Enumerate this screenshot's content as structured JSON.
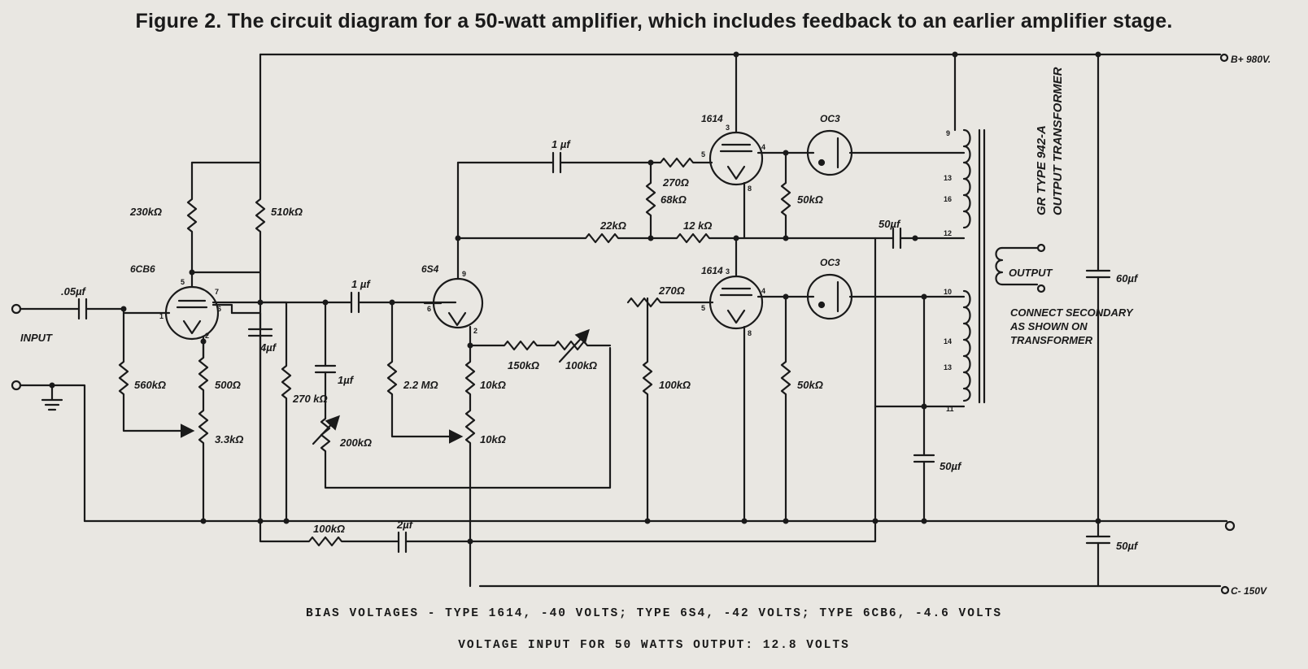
{
  "title": "Figure 2.  The circuit diagram for a 50-watt amplifier, which includes feedback to an earlier amplifier stage.",
  "terminals": {
    "input": "INPUT",
    "bplus": "B+ 980V.",
    "cminus": "C- 150V"
  },
  "tubes": {
    "v1": "6CB6",
    "v2": "6S4",
    "v3": "1614",
    "v4": "1614",
    "vr1": "OC3",
    "vr2": "OC3"
  },
  "components": {
    "c_in": ".05µf",
    "r_230k": "230kΩ",
    "r_510k": "510kΩ",
    "c_4uf": "4µf",
    "r_560k": "560kΩ",
    "r_500": "500Ω",
    "r_3_3k": "3.3kΩ",
    "r_270k": "270 kΩ",
    "c_1uf_a": "1 µf",
    "c_1uf_b": "1µf",
    "r_200k": "200kΩ",
    "r_2_2m": "2.2 MΩ",
    "r_10k_a": "10kΩ",
    "r_10k_b": "10kΩ",
    "r_150k": "150kΩ",
    "r_100k_var": "100kΩ",
    "c_1uf_top": "1 µf",
    "r_270_a": "270Ω",
    "r_68k": "68kΩ",
    "r_22k": "22kΩ",
    "r_12k": "12 kΩ",
    "r_270_b": "270Ω",
    "r_100k": "100kΩ",
    "r_50k_a": "50kΩ",
    "r_50k_b": "50kΩ",
    "c_50uf_a": "50µf",
    "c_50uf_b": "50µf",
    "c_60uf": "60µf",
    "c_50uf_c": "50µf",
    "r_100k_fb": "100kΩ",
    "c_2uf": "2µf"
  },
  "transformer": {
    "line1": "GR TYPE 942-A",
    "line2": "OUTPUT TRANSFORMER",
    "output_label": "OUTPUT",
    "note_line1": "CONNECT SECONDARY",
    "note_line2": "AS SHOWN ON",
    "note_line3": "TRANSFORMER",
    "pins": [
      "9",
      "13",
      "16",
      "12",
      "10",
      "14",
      "13",
      "11"
    ]
  },
  "pins": {
    "v1_5": "5",
    "v1_7": "7",
    "v1_1": "1",
    "v1_6": "6",
    "v1_2": "2",
    "v2_9": "9",
    "v2_6": "6",
    "v2_2": "2",
    "v3_3": "3",
    "v3_5": "5",
    "v3_4": "4",
    "v3_8": "8",
    "v4_3": "3",
    "v4_5": "5",
    "v4_4": "4",
    "v4_8": "8"
  },
  "notes": {
    "bias": "BIAS VOLTAGES - TYPE 1614, -40 VOLTS; TYPE 6S4, -42 VOLTS; TYPE 6CB6, -4.6 VOLTS",
    "input": "VOLTAGE INPUT FOR 50 WATTS OUTPUT: 12.8 VOLTS"
  }
}
